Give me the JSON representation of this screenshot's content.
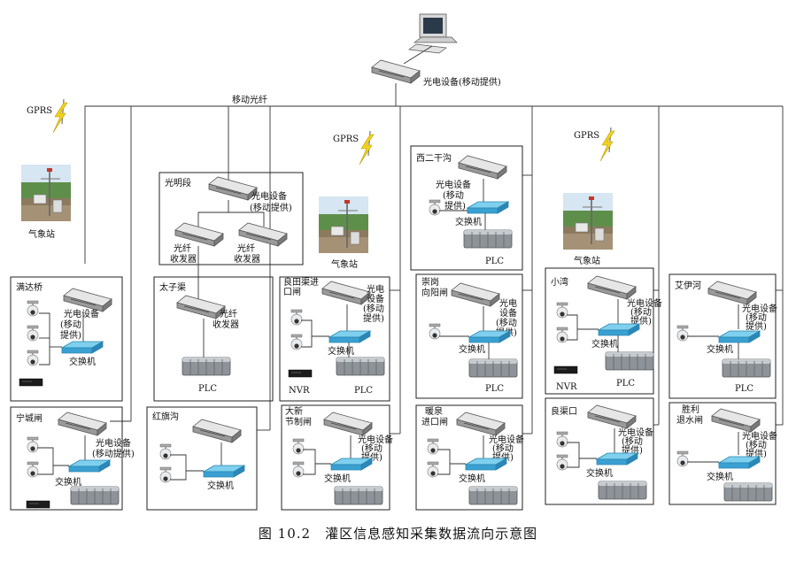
{
  "caption": "图 10.2　灌区信息感知采集数据流向示意图",
  "top": {
    "optical_label": "光电设备(移动提供)",
    "fiber_label": "移动光纤"
  },
  "weather_stations": [
    {
      "gprs": "GPRS",
      "label": "气象站"
    },
    {
      "gprs": "GPRS",
      "label": "气象站"
    },
    {
      "gprs": "GPRS",
      "label": "气象站"
    }
  ],
  "labels": {
    "optical_full": "光电设备(移动提供)",
    "optical_l1": "光电设备",
    "optical_l2": "(移动提供)",
    "opt_short_1": "光电",
    "opt_short_2": "设备",
    "opt_short_3": "(移动",
    "opt_short_4": "提供)",
    "switch": "交换机",
    "plc": "PLC",
    "nvr": "NVR",
    "fiber_tx_1": "光纤",
    "fiber_tx_2": "收发器",
    "fiber_tx_inline": "光纤收发器",
    "xi_opt_1": "光电设备",
    "xi_opt_2": "(移动",
    "xi_opt_3": "提供)"
  },
  "sites": {
    "guangming": "光明段",
    "xierganggou": "西二干沟",
    "mandaqiao": "满达桥",
    "taiziqu": "太子渠",
    "liangtianqu_1": "良田渠进",
    "liangtianqu_2": "口闸",
    "chonggang_1": "崇岗",
    "chonggang_2": "向阳闸",
    "xiaowan": "小湾",
    "aiyihe": "艾伊河",
    "ningcheng": "宁城闸",
    "hongqigou": "红旗沟",
    "daxin_1": "大新",
    "daxin_2": "节制闸",
    "nuanquan_1": "暖泉",
    "nuanquan_2": "进口闸",
    "liangqukou": "良渠口",
    "shengli_1": "胜利",
    "shengli_2": "退水闸"
  }
}
